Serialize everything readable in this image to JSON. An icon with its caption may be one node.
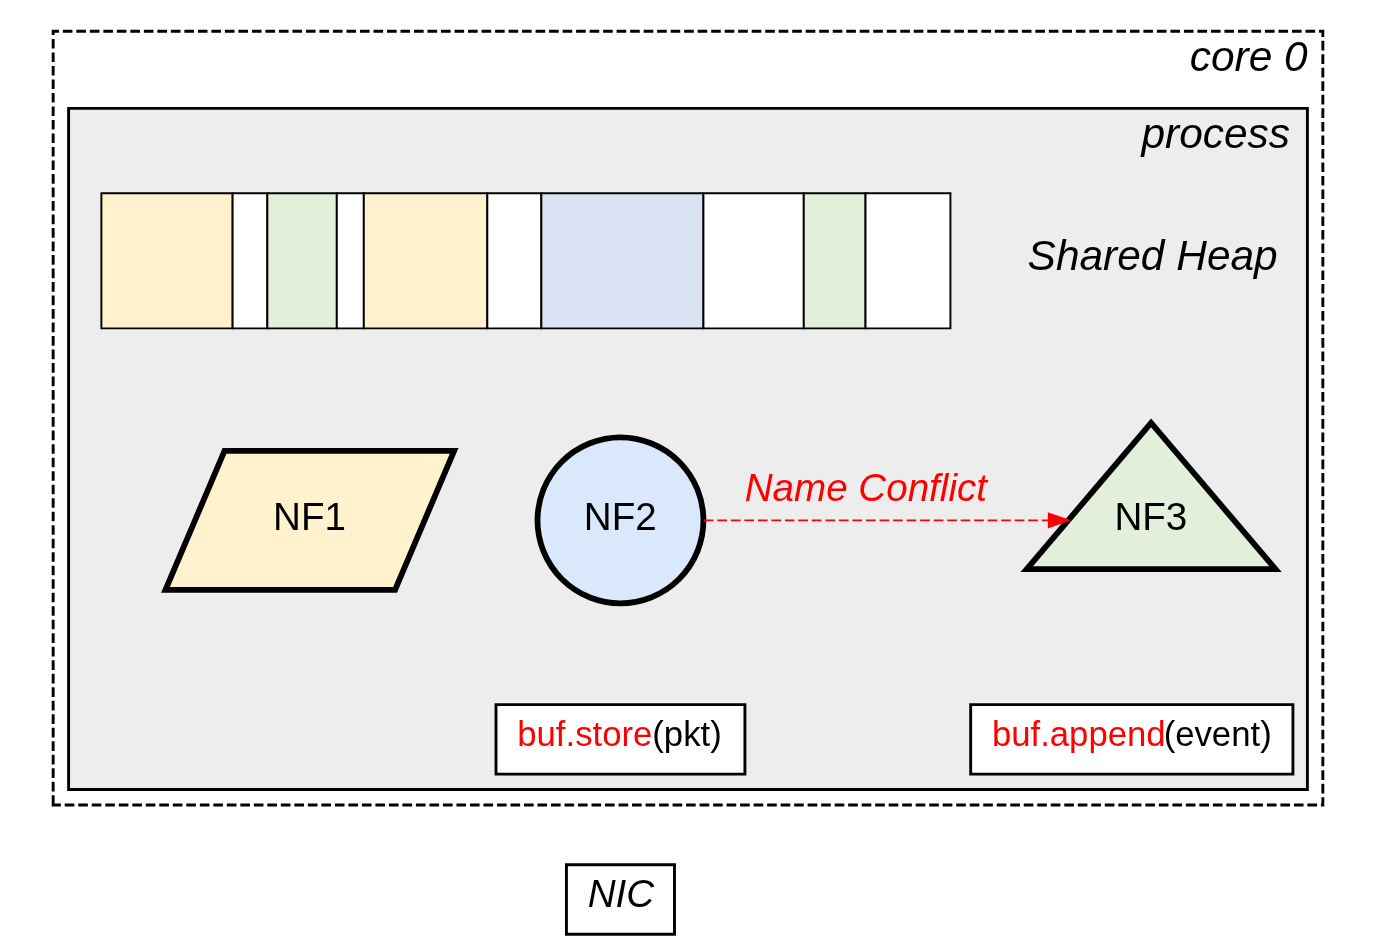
{
  "diagram": {
    "nodes": [
      {
        "text": [
          "core 0"
        ]
      },
      {
        "text": [
          "process"
        ],
        "in": 0
      },
      {
        "text": [],
        "shape": "bar",
        "beside": [
          "Shared Heap"
        ],
        "in": 1
      },
      {
        "text": [
          "NF1"
        ],
        "in": 1
      },
      {
        "text": [
          "NF2"
        ],
        "in": 1
      },
      {
        "text": [
          "buf.store(pkt)"
        ],
        "in": 1
      },
      {
        "text": [
          "NF3"
        ],
        "in": 1
      },
      {
        "text": [
          "buf.append(event)"
        ],
        "in": 1
      },
      {
        "text": [
          "NIC"
        ]
      }
    ],
    "edges": [
      {
        "from": 4,
        "to": 6,
        "arrow": "to",
        "label": "Name Conflict",
        "style": "dashed",
        "color": "#ff0000"
      }
    ]
  }
}
